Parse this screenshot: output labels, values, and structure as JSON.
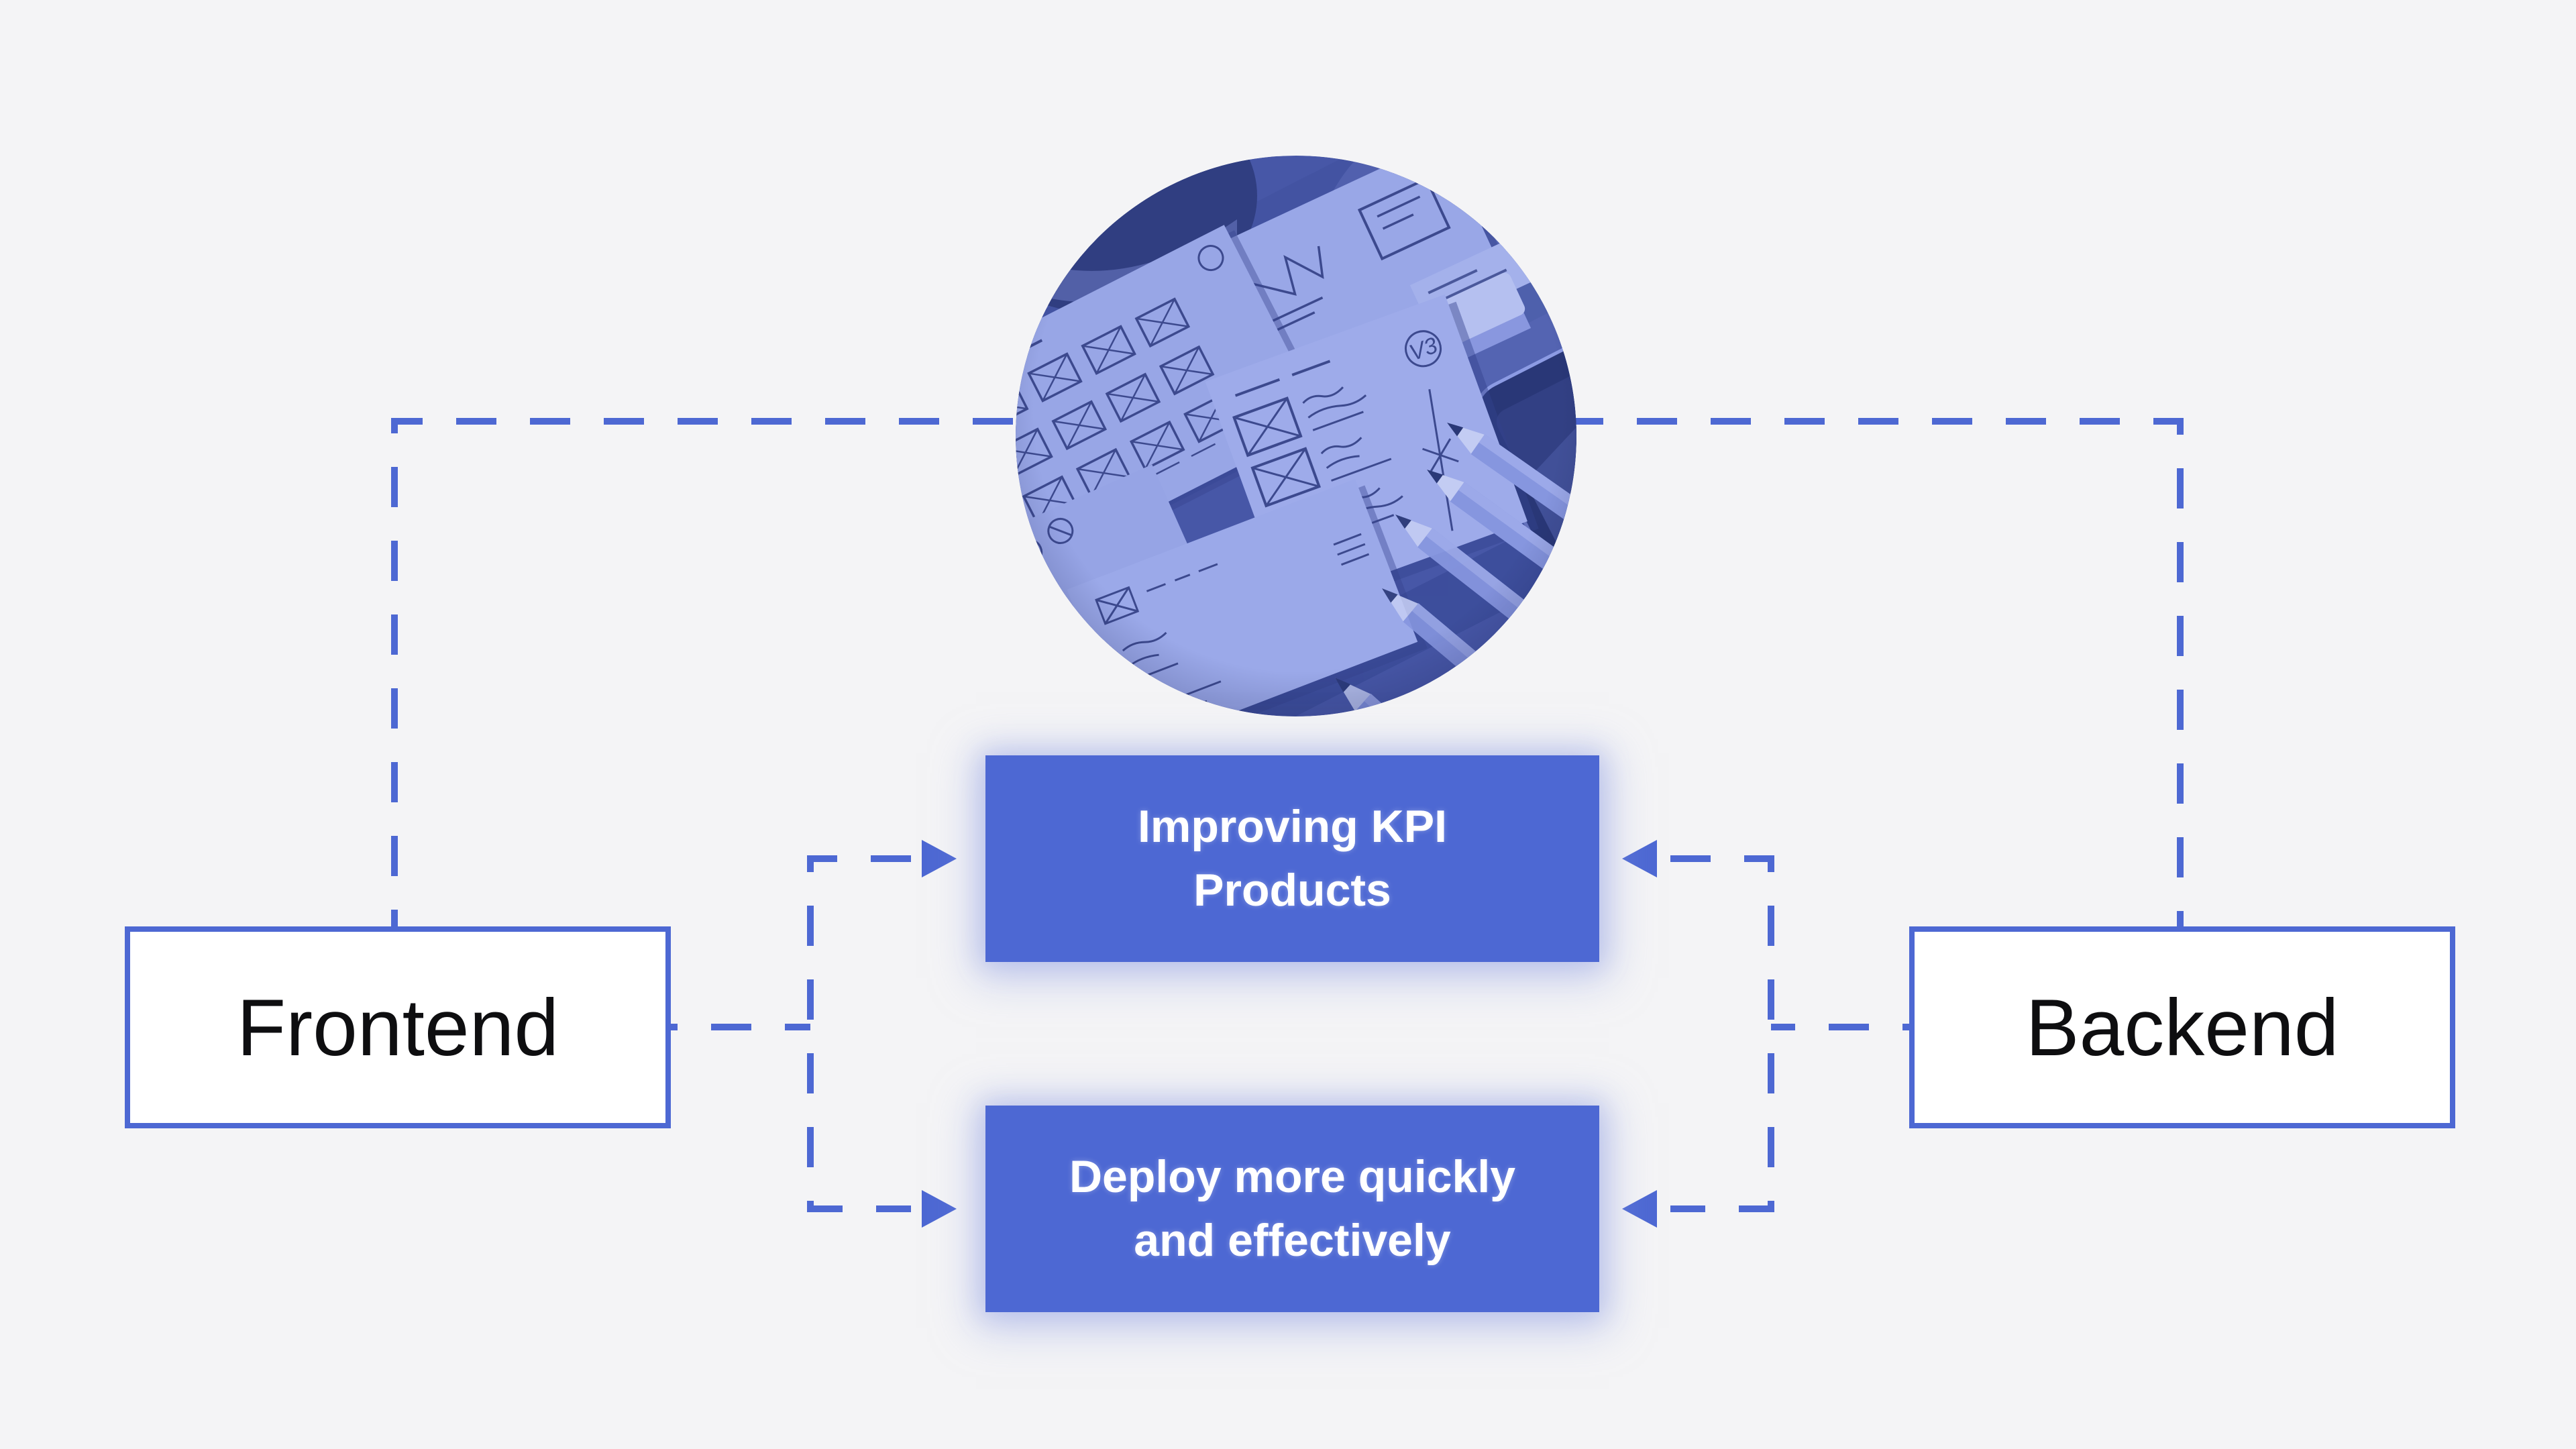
{
  "page": {
    "type": "process-diagram",
    "background_color": "#f4f4f6"
  },
  "palette": {
    "accent_blue": "#4d68d3",
    "node_border_blue": "#4d68d3",
    "node_white_fill": "#ffffff",
    "label_text_black": "#0e0e10",
    "blue_node_text": "#ffffff",
    "photo_overlay_blue": "#46549e"
  },
  "photo": {
    "name": "wireframe-sketches-photo",
    "shape": "circle",
    "description": "Desk photo with UI wireframe sketch papers, pencils, eraser and a phone, blue duotone overlay",
    "sketch_version_label": "V3"
  },
  "nodes": {
    "frontend": {
      "label": "Frontend"
    },
    "backend": {
      "label": "Backend"
    },
    "improve": {
      "line1": "Improving KPI",
      "line2": "Products"
    },
    "deploy": {
      "line1": "Deploy more quickly",
      "line2": "and effectively"
    }
  },
  "connections": [
    "photo-loop links Frontend and Backend across the top",
    "Frontend feeds Improving KPI Products and Deploy more quickly and effectively",
    "Backend feeds Improving KPI Products and Deploy more quickly and effectively"
  ]
}
